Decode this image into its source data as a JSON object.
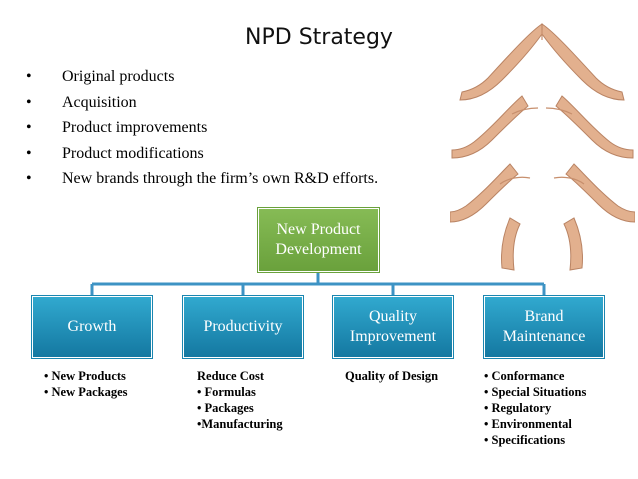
{
  "title": "NPD Strategy",
  "bullet_char": "•",
  "bullets": [
    "Original products",
    "Acquisition",
    "Product improvements",
    "Product modifications",
    "New brands through the firm’s own R&D efforts."
  ],
  "diagram": {
    "root": {
      "line1": "New Product",
      "line2": "Development",
      "color": "#77ad47"
    },
    "branch_color": "#1b86b0",
    "connector_color": "#3d93c4",
    "children": [
      {
        "label_line1": "Growth",
        "label_line2": "",
        "items": [
          "• New Products",
          "• New Packages"
        ]
      },
      {
        "label_line1": "Productivity",
        "label_line2": "",
        "items": [
          "Reduce Cost",
          "• Formulas",
          "• Packages",
          "•Manufacturing"
        ]
      },
      {
        "label_line1": "Quality",
        "label_line2": "Improvement",
        "items": [
          "Quality of Design"
        ]
      },
      {
        "label_line1": "Brand",
        "label_line2": "Maintenance",
        "items": [
          "• Conformance",
          "• Special Situations",
          "• Regulatory",
          "• Environmental",
          "• Specifications"
        ]
      }
    ]
  },
  "image_icon": "hands-forming-tree-image"
}
